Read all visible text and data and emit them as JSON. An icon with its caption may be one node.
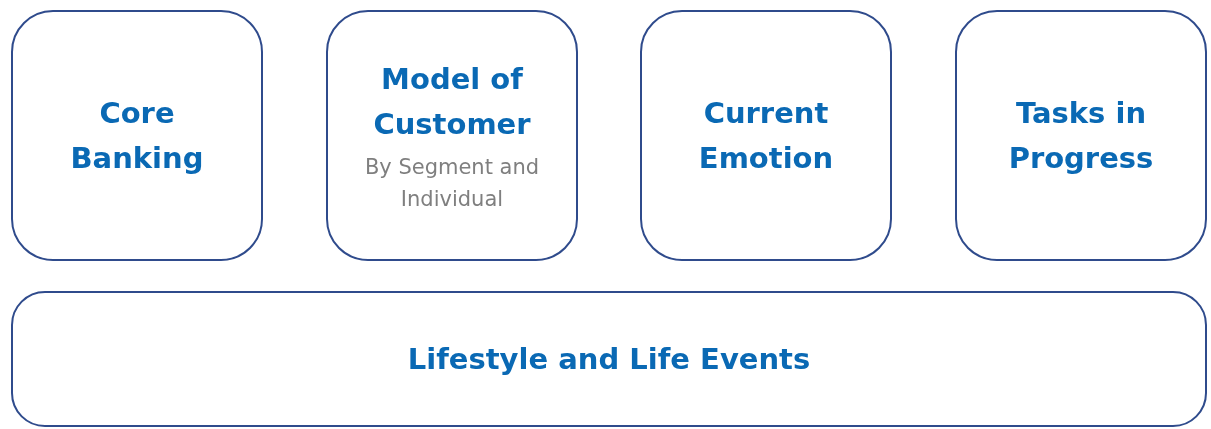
{
  "diagram": {
    "nodes": [
      {
        "text": [
          "Core Banking"
        ]
      },
      {
        "text": [
          "Model of Customer",
          "By Segment and Individual"
        ]
      },
      {
        "text": [
          "Current Emotion"
        ]
      },
      {
        "text": [
          "Tasks in Progress"
        ]
      },
      {
        "text": [
          "Lifestyle and Life Events"
        ]
      }
    ]
  }
}
